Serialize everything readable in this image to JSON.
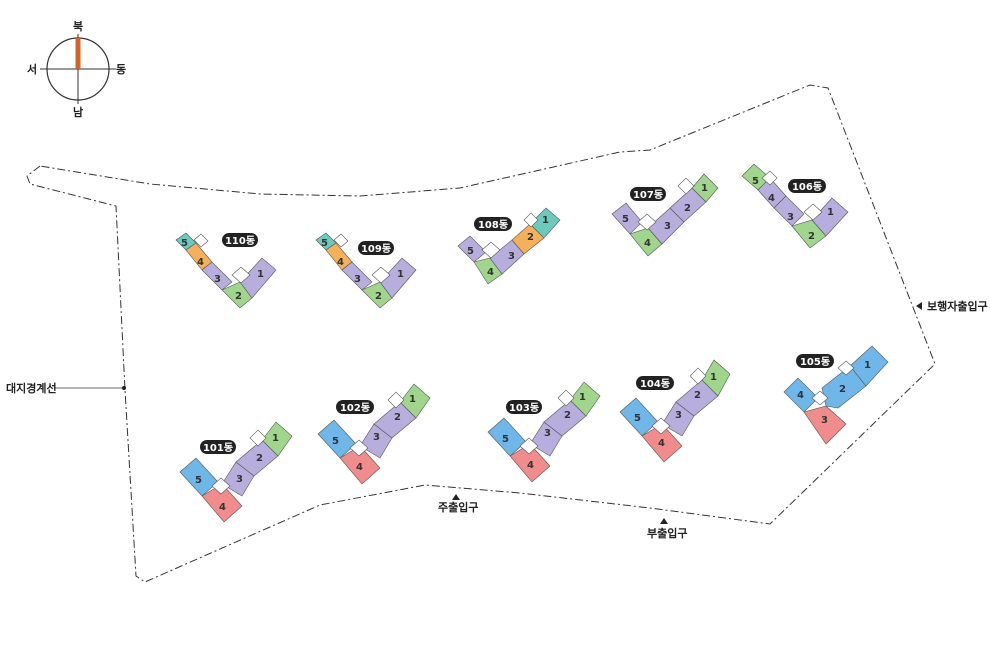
{
  "compass": {
    "north": "북",
    "south": "남",
    "east": "동",
    "west": "서"
  },
  "labels": {
    "boundary": "대지경계선",
    "main_entrance": "주출입구",
    "sub_entrance": "부출입구",
    "pedestrian_entrance": "보행자출입구"
  },
  "colors": {
    "unit_1": "#9fd68c",
    "unit_2": "#b7aede",
    "unit_3": "#b7aede",
    "unit_4_orange": "#f4b15a",
    "unit_4_pink": "#f08c8c",
    "unit_5_teal": "#6cc9bd",
    "unit_5_blue": "#6fb7e8",
    "badge": "#222222",
    "compass_needle": "#d2622a"
  },
  "buildings": [
    {
      "id": "110동",
      "units": [
        "1",
        "2",
        "3",
        "4",
        "5"
      ]
    },
    {
      "id": "109동",
      "units": [
        "1",
        "2",
        "3",
        "4",
        "5"
      ]
    },
    {
      "id": "108동",
      "units": [
        "1",
        "2",
        "3",
        "4",
        "5"
      ]
    },
    {
      "id": "107동",
      "units": [
        "1",
        "2",
        "3",
        "4",
        "5"
      ]
    },
    {
      "id": "106동",
      "units": [
        "1",
        "2",
        "3",
        "4",
        "5"
      ]
    },
    {
      "id": "101동",
      "units": [
        "1",
        "2",
        "3",
        "4",
        "5"
      ]
    },
    {
      "id": "102동",
      "units": [
        "1",
        "2",
        "3",
        "4",
        "5"
      ]
    },
    {
      "id": "103동",
      "units": [
        "1",
        "2",
        "3",
        "4",
        "5"
      ]
    },
    {
      "id": "104동",
      "units": [
        "1",
        "2",
        "3",
        "4",
        "5"
      ]
    },
    {
      "id": "105동",
      "units": [
        "1",
        "2",
        "3",
        "4"
      ]
    }
  ]
}
